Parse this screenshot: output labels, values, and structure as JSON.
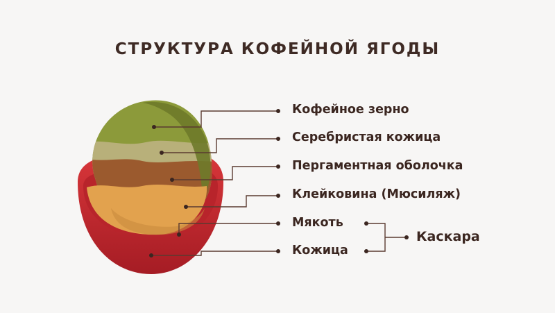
{
  "title": "СТРУКТУРА КОФЕЙНОЙ ЯГОДЫ",
  "labels": [
    "Кофейное зерно",
    "Серебристая кожица",
    "Пергаментная оболочка",
    "Клейковина (Мюсиляж)",
    "Мякоть",
    "Кожица"
  ],
  "group_label": "Каскара",
  "colors": {
    "background": "#f7f6f5",
    "text": "#3b2620",
    "leader_line": "#5a3a30",
    "skin": "#c0262c",
    "pulp": "#e2a24e",
    "mucilage": "#e8b662",
    "parchment": "#9b5a2e",
    "silver_skin": "#b8b07a",
    "bean": "#8c9a3a"
  }
}
